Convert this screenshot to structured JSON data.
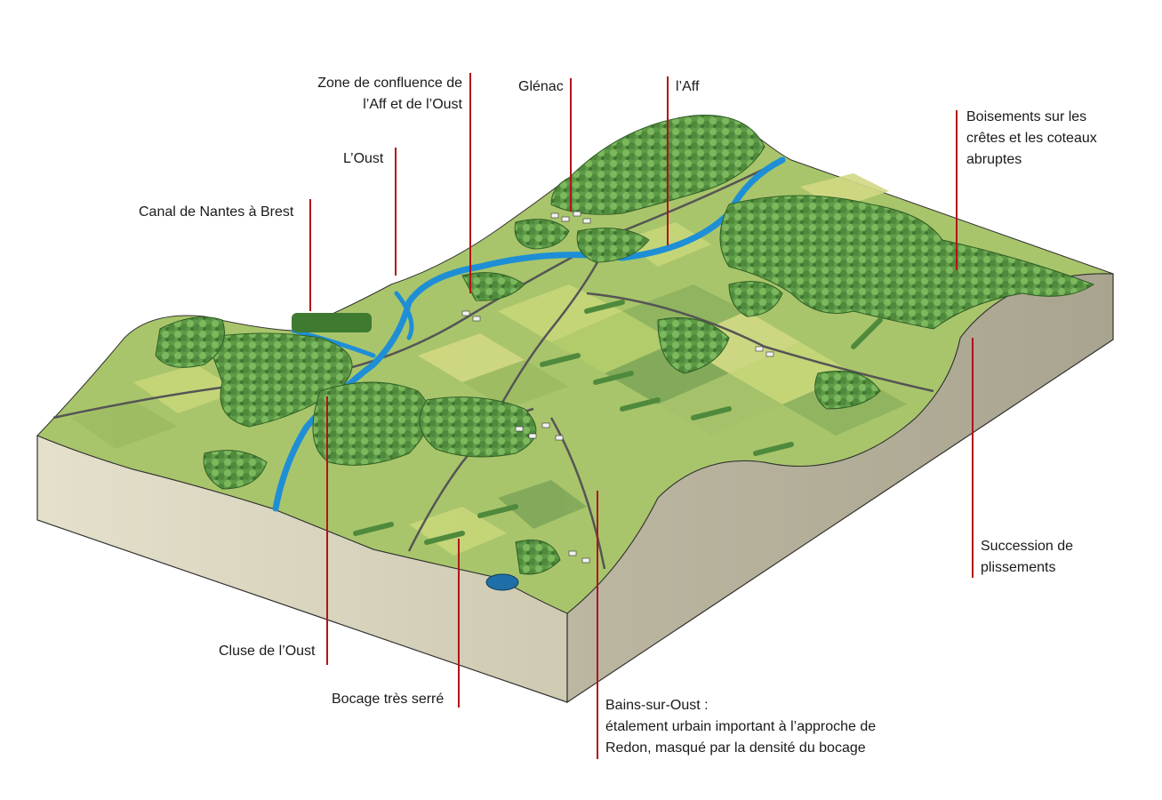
{
  "labels": {
    "confluence": [
      "Zone de confluence  de",
      "l’Aff et de l’Oust"
    ],
    "glenac": "Glénac",
    "aff": "l’Aff",
    "boisements": [
      "Boisements sur les",
      "crêtes et les coteaux",
      "abruptes"
    ],
    "oust": "L’Oust",
    "canal": "Canal de Nantes à Brest",
    "plissements": [
      "Succession de",
      "plissements"
    ],
    "cluse": "Cluse de l’Oust",
    "bocage": "Bocage très serré",
    "bains": [
      "Bains-sur-Oust :",
      "étalement urbain important à l’approche de",
      "Redon, masqué par la densité du bocage"
    ]
  },
  "colors": {
    "leader": "#b3121b",
    "forest": "#5e9b48",
    "field_light": "#c7d77a",
    "field_dark": "#7fa85a",
    "river": "#1e8fd6",
    "block_side": "#dcd8c2",
    "block_side_shadow": "#b9b5a2"
  }
}
